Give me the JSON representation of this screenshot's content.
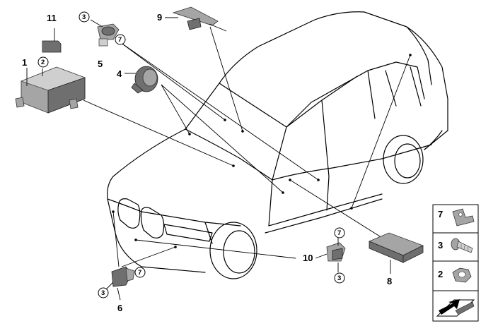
{
  "callouts": {
    "c1": "1",
    "c2": "2",
    "c3a": "3",
    "c3b": "3",
    "c3c": "3",
    "c4": "4",
    "c5": "5",
    "c6": "6",
    "c7a": "7",
    "c7b": "7",
    "c7c": "7",
    "c8": "8",
    "c9": "9",
    "c10": "10",
    "c11": "11"
  },
  "legend": {
    "item_7": "7",
    "item_3": "3",
    "item_2": "2"
  },
  "colors": {
    "line": "#000000",
    "part_dark": "#6f6f6f",
    "part_mid": "#a5a5a5",
    "part_light": "#cfcfcf",
    "background": "#ffffff"
  }
}
